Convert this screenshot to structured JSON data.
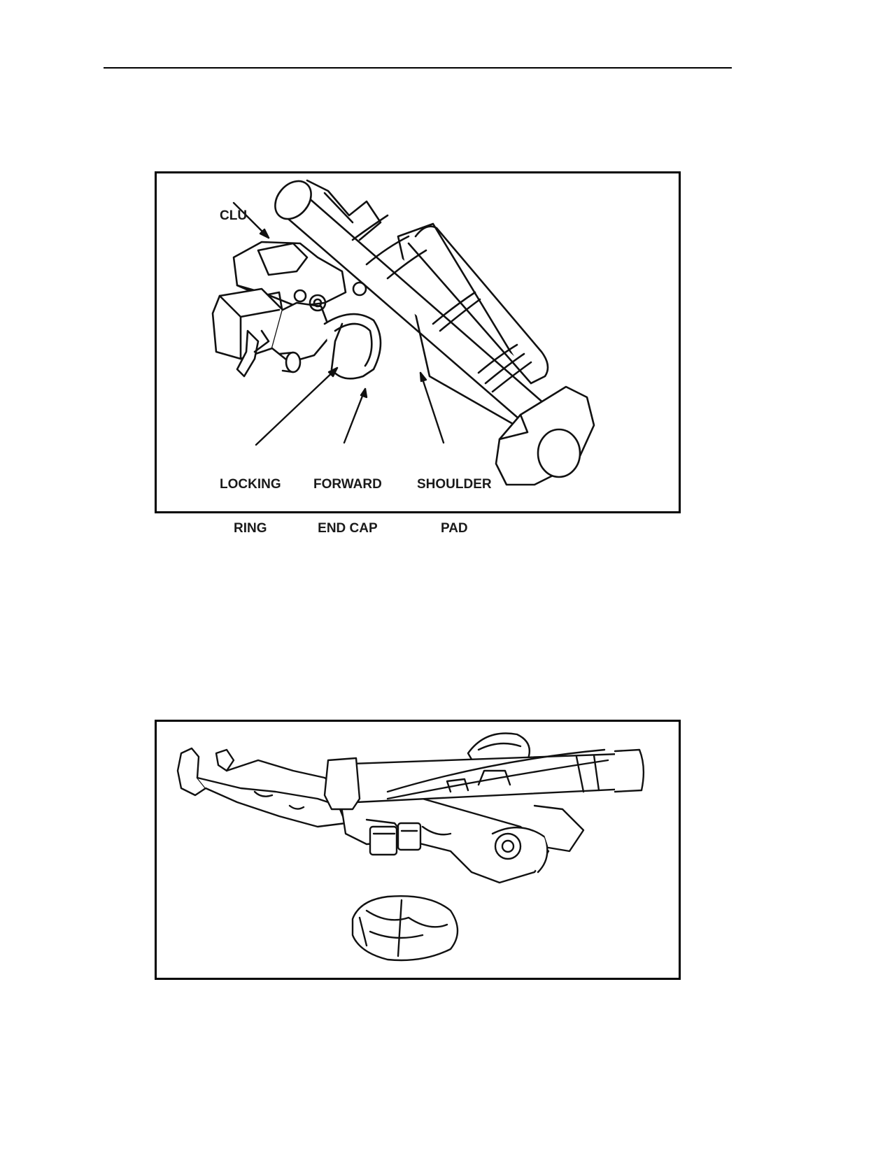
{
  "figure1": {
    "callouts": {
      "clu": "CLU",
      "locking_ring": [
        "LOCKING",
        "RING"
      ],
      "forward_end_cap": [
        "FORWARD",
        "END CAP"
      ],
      "shoulder_pad": [
        "SHOULDER",
        "PAD"
      ]
    }
  }
}
